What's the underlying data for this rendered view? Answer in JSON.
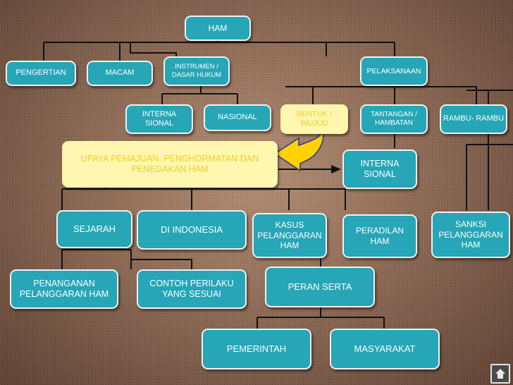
{
  "nodes": {
    "ham": "HAM",
    "pengertian": "PENGERTIAN",
    "macam": "MACAM",
    "instrumen": "INSTRUMEN / DASAR HUKUM",
    "pelaksanaan": "PELAKSANAAN",
    "internasional_top": "INTERNA SIONAL",
    "nasional": "NASIONAL",
    "bentuk": "BENTUK / WUJUD",
    "tantangan": "TANTANGAN / HAMBATAN",
    "rambu": "RAMBU- RAMBU",
    "upaya": "UPAYA PEMAJUAN, PENGHORMATAN DAN PENEGAKAN HAM",
    "internasional_mid": "INTERNA SIONAL",
    "sejarah": "SEJARAH",
    "di_indonesia": "DI INDONESIA",
    "kasus": "KASUS PELANGGARAN HAM",
    "peradilan": "PERADILAN HAM",
    "sanksi": "SANKSI PELANGGARAN HAM",
    "penanganan": "PENANGANAN PELANGGARAN HAM",
    "contoh": "CONTOH PERILAKU YANG SESUAI",
    "peran_serta": "PERAN SERTA",
    "pemerintah": "PEMERINTAH",
    "masyarakat": "MASYARAKAT"
  },
  "colors": {
    "node_fill": "#26a6b7",
    "node_border": "#f2f2f2",
    "highlight_fill": "#fff6b0",
    "highlight_text": "#f0d028",
    "connector": "#111111",
    "arrow_fill": "#ffd200",
    "arrow_outline": "#2f3a8f"
  },
  "icons": {
    "nav": "home-nav-icon"
  }
}
